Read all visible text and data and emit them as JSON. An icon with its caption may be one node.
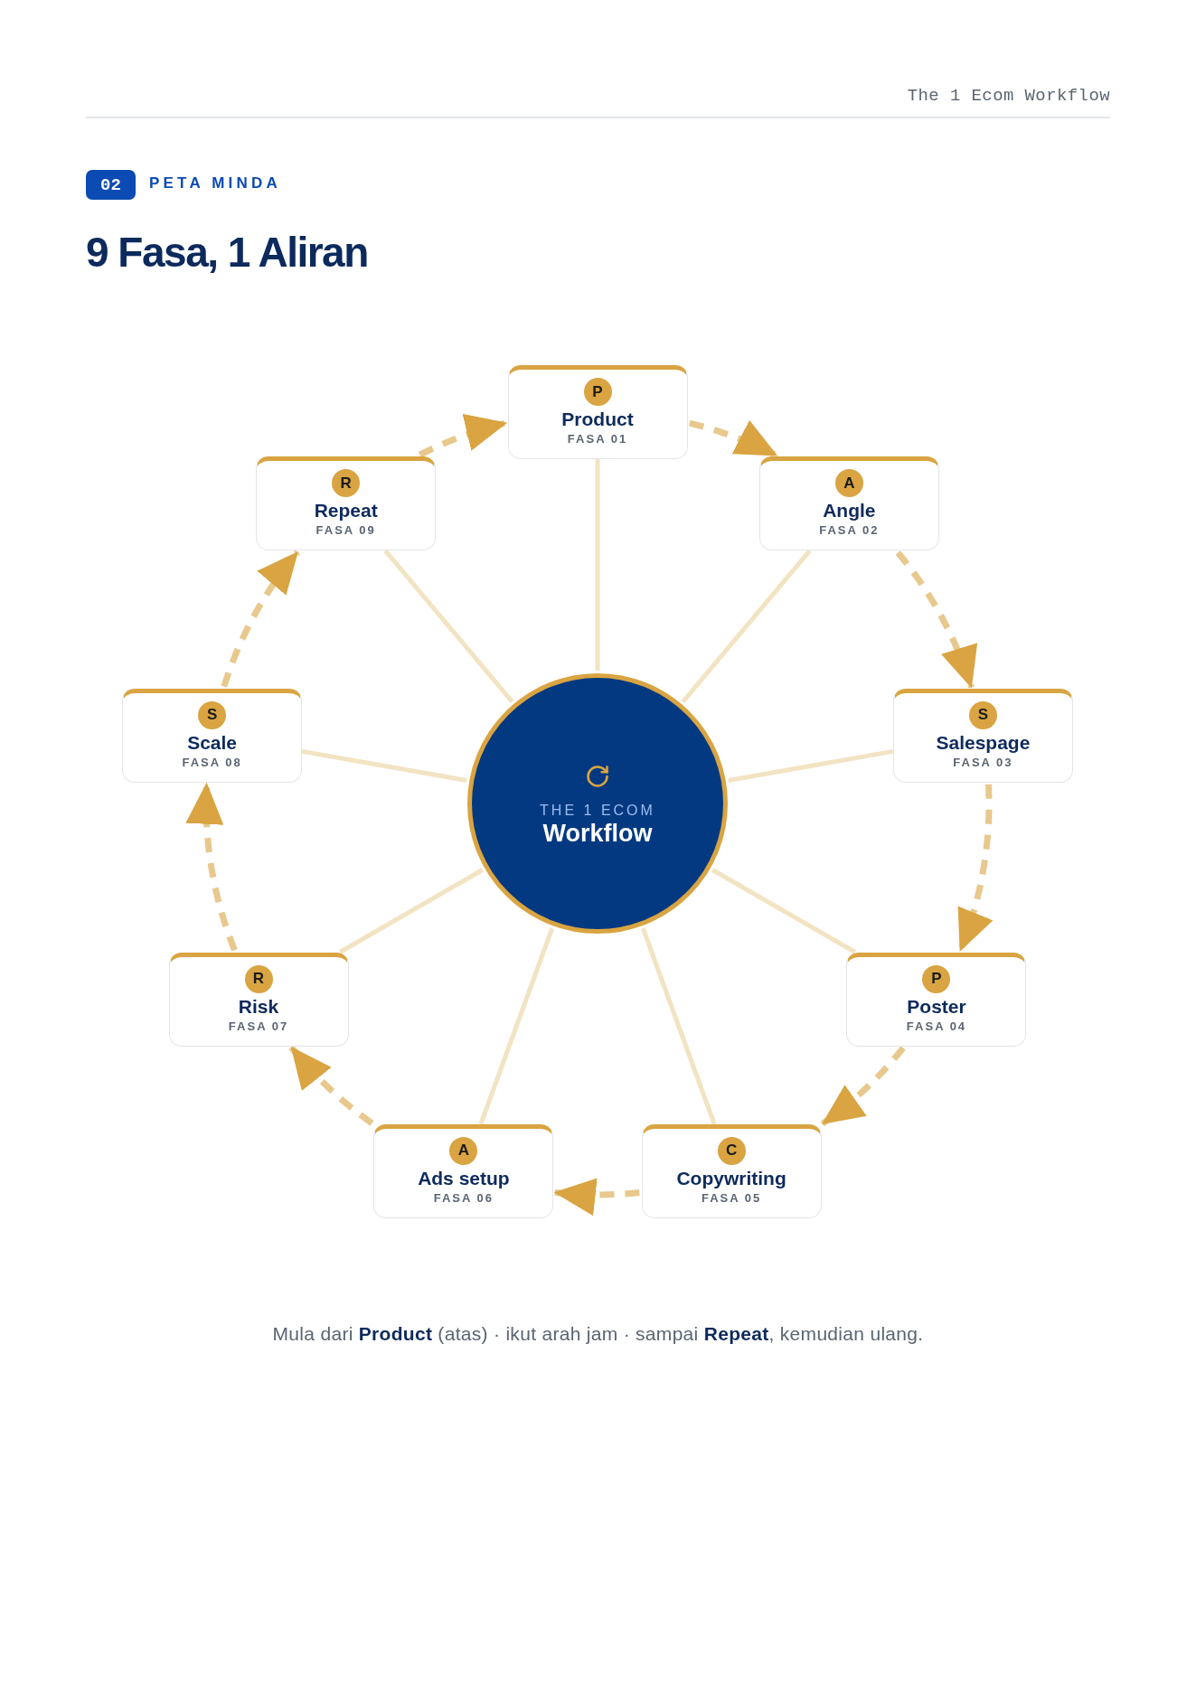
{
  "diagram": {
    "title": "9 Fasa, 1 Aliran",
    "caption": "Mula dari **Product** (atas) · ikut arah jam · sampai **Repeat**, kemudian ulang.",
    "nodes": [
      {
        "text": [
          "P",
          "Product",
          "FASA 01"
        ]
      },
      {
        "text": [
          "A",
          "Angle",
          "FASA 02"
        ]
      },
      {
        "text": [
          "S",
          "Salespage",
          "FASA 03"
        ]
      },
      {
        "text": [
          "P",
          "Poster",
          "FASA 04"
        ]
      },
      {
        "text": [
          "C",
          "Copywriting",
          "FASA 05"
        ]
      },
      {
        "text": [
          "A",
          "Ads setup",
          "FASA 06"
        ]
      },
      {
        "text": [
          "R",
          "Risk",
          "FASA 07"
        ]
      },
      {
        "text": [
          "S",
          "Scale",
          "FASA 08"
        ]
      },
      {
        "text": [
          "R",
          "Repeat",
          "FASA 09"
        ]
      },
      {
        "text": [
          "THE 1 ECOM",
          "Workflow"
        ]
      }
    ],
    "edges": [
      {
        "from": 0,
        "to": 1,
        "arrow": "to",
        "style": "dashed",
        "color": "#d9a441"
      },
      {
        "from": 1,
        "to": 2,
        "arrow": "to",
        "style": "dashed",
        "color": "#d9a441"
      },
      {
        "from": 2,
        "to": 3,
        "arrow": "to",
        "style": "dashed",
        "color": "#d9a441"
      },
      {
        "from": 3,
        "to": 4,
        "arrow": "to",
        "style": "dashed",
        "color": "#d9a441"
      },
      {
        "from": 4,
        "to": 5,
        "arrow": "to",
        "style": "dashed",
        "color": "#d9a441"
      },
      {
        "from": 5,
        "to": 6,
        "arrow": "to",
        "style": "dashed",
        "color": "#d9a441"
      },
      {
        "from": 6,
        "to": 7,
        "arrow": "to",
        "style": "dashed",
        "color": "#d9a441"
      },
      {
        "from": 7,
        "to": 8,
        "arrow": "to",
        "style": "dashed",
        "color": "#d9a441"
      },
      {
        "from": 8,
        "to": 0,
        "arrow": "to",
        "style": "dashed",
        "color": "#d9a441"
      },
      {
        "from": 9,
        "to": 0,
        "arrow": "none",
        "color": "#f2e3c3"
      },
      {
        "from": 9,
        "to": 1,
        "arrow": "none",
        "color": "#f2e3c3"
      },
      {
        "from": 9,
        "to": 2,
        "arrow": "none",
        "color": "#f2e3c3"
      },
      {
        "from": 9,
        "to": 3,
        "arrow": "none",
        "color": "#f2e3c3"
      },
      {
        "from": 9,
        "to": 4,
        "arrow": "none",
        "color": "#f2e3c3"
      },
      {
        "from": 9,
        "to": 5,
        "arrow": "none",
        "color": "#f2e3c3"
      },
      {
        "from": 9,
        "to": 6,
        "arrow": "none",
        "color": "#f2e3c3"
      },
      {
        "from": 9,
        "to": 7,
        "arrow": "none",
        "color": "#f2e3c3"
      },
      {
        "from": 9,
        "to": 8,
        "arrow": "none",
        "color": "#f2e3c3"
      }
    ],
    "labels": [
      "The 1 Ecom Workflow",
      "02",
      "PETA MINDA"
    ]
  }
}
